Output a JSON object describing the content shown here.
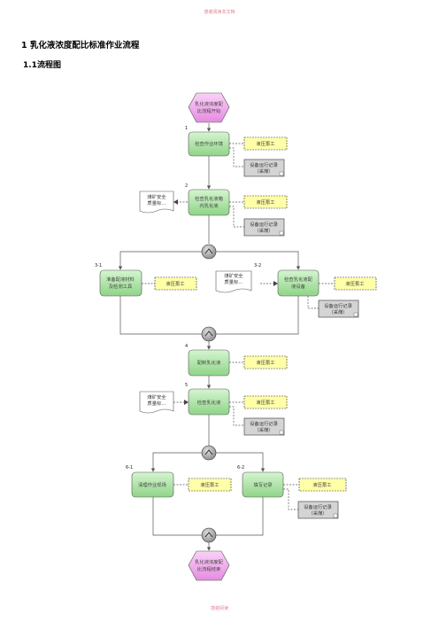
{
  "header_text": "感谢阅读本文档",
  "footer_text": "感谢阅读",
  "section_title": "1  乳化液浓度配比标准作业流程",
  "subsection_title": "1.1流程图",
  "start": {
    "line1": "乳化液浓度配",
    "line2": "比流程开始"
  },
  "end": {
    "line1": "乳化液浓度配",
    "line2": "比流程结束"
  },
  "steps": {
    "s1": {
      "num": "1",
      "label": "检查作业环境"
    },
    "s2": {
      "num": "2",
      "line1": "检查乳化液箱",
      "line2": "内乳化液"
    },
    "s3_1": {
      "num": "3-1",
      "line1": "准备配液材料",
      "line2": "及检测工具"
    },
    "s3_2": {
      "num": "3-2",
      "line1": "检查乳化液配",
      "line2": "液设备"
    },
    "s4": {
      "num": "4",
      "label": "配制乳化液"
    },
    "s5": {
      "num": "5",
      "label": "检查乳化液"
    },
    "s6_1": {
      "num": "6-1",
      "label": "清理作业现场"
    },
    "s6_2": {
      "num": "6-2",
      "label": "填写记录"
    }
  },
  "role_label": "液压泵工",
  "record_label": {
    "line1": "设备运行记录",
    "line2": "（采煤）"
  },
  "standard_doc": {
    "line1": "煤矿安全",
    "line2": "质量标…"
  },
  "colors": {
    "step_fill": "#a6e3a0",
    "role_fill": "#ffffa8",
    "event_fill": "#f2a8ee",
    "record_fill": "#d4d4d4",
    "gateway_fill": "#a5a5a5",
    "line": "#555555"
  }
}
